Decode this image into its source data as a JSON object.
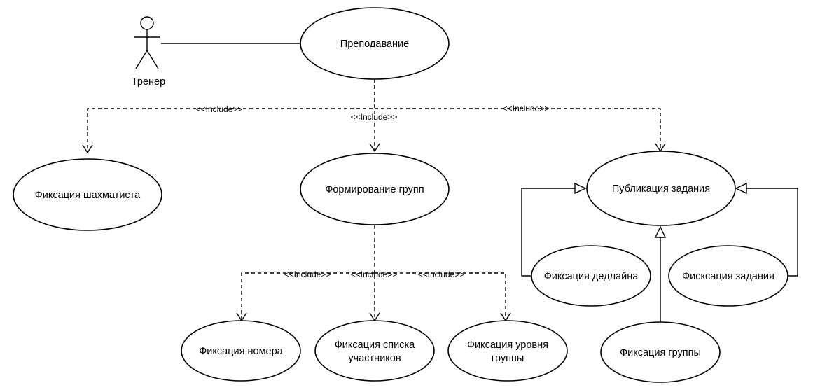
{
  "diagram": {
    "actor": {
      "name": "Тренер"
    },
    "use_cases": {
      "teaching": [
        "Преподавание"
      ],
      "register_player": [
        "Фиксация шахматиста"
      ],
      "form_groups": [
        "Формирование групп"
      ],
      "publish_task": [
        "Публикация задания"
      ],
      "fix_deadline": [
        "Фиксация дедлайна"
      ],
      "fix_task": [
        "Фисксация задания"
      ],
      "fix_number": [
        "Фиксация номера"
      ],
      "fix_participants": [
        "Фиксация списка",
        "участников"
      ],
      "fix_level": [
        "Фиксация уровня",
        "группы"
      ],
      "fix_group": [
        "Фиксация группы"
      ]
    },
    "include_label": "<<Include>>"
  }
}
